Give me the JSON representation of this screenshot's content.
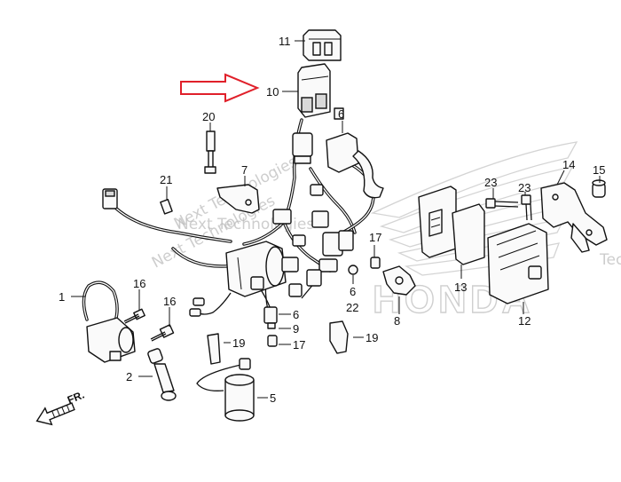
{
  "callouts": {
    "c1": "1",
    "c2": "2",
    "c5": "5",
    "c6a": "6",
    "c6b": "6",
    "c6c": "6",
    "c7": "7",
    "c8": "8",
    "c9": "9",
    "c10": "10",
    "c11": "11",
    "c12": "12",
    "c13": "13",
    "c14": "14",
    "c15": "15",
    "c16a": "16",
    "c16b": "16",
    "c17a": "17",
    "c17b": "17",
    "c19a": "19",
    "c19b": "19",
    "c20": "20",
    "c21": "21",
    "c22": "22",
    "c23a": "23",
    "c23b": "23"
  },
  "front_marker": "FR.",
  "watermarks": {
    "wm1": "Next Technologies",
    "wm2": "Next Technologies",
    "wm3": "Next Technologies",
    "wm4": "Techno"
  },
  "brand_watermark": "HONDA",
  "highlight_color": "#e0202a"
}
